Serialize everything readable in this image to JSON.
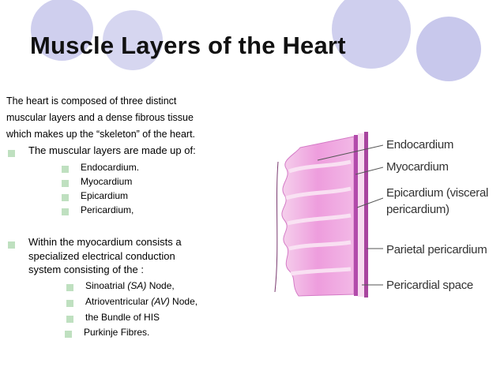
{
  "slide": {
    "title": "Muscle Layers of the Heart",
    "intro_lines": [
      "The heart is composed of three distinct",
      "muscular layers and a dense fibrous tissue",
      "which makes up the “skeleton” of the heart."
    ],
    "bullet1": {
      "text": "The muscular layers are made up of:",
      "items": [
        "Endocardium.",
        "Myocardium",
        "Epicardium",
        "Pericardium,"
      ]
    },
    "bullet2": {
      "lines": [
        "Within the myocardium consists a",
        "specialized electrical conduction",
        "system consisting of the :"
      ],
      "items": [
        {
          "pre": "Sinoatrial ",
          "em": "(SA)",
          "post": " Node,"
        },
        {
          "pre": "Atrioventricular ",
          "em": "(AV)",
          "post": " Node,"
        },
        {
          "pre": "the Bundle of HIS",
          "em": "",
          "post": ""
        },
        {
          "pre": "Purkinje Fibres.",
          "em": "",
          "post": ""
        }
      ]
    }
  },
  "diagram": {
    "labels": [
      "Endocardium",
      "Myocardium",
      "Epicardium (visceral",
      "pericardium)",
      "Parietal pericardium",
      "Pericardial space"
    ]
  },
  "colors": {
    "circle": "#c8c8ec",
    "bullet_icon": "#bfe0c0",
    "tissue_pink": "#e79ad6",
    "tissue_light": "#f7dcf0",
    "membrane": "#b24bab"
  }
}
